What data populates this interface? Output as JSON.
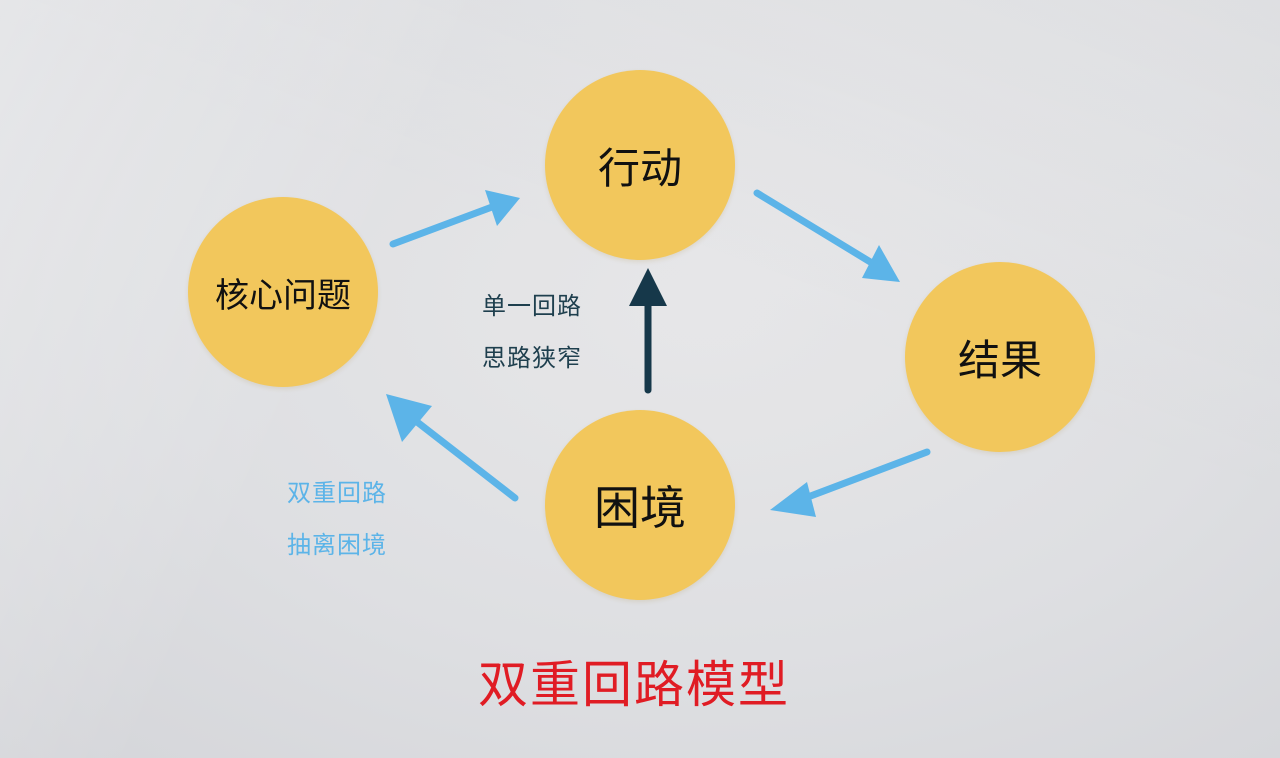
{
  "nodes": {
    "action": "行动",
    "core_problem": "核心问题",
    "result": "结果",
    "dilemma": "困境"
  },
  "notes": {
    "single_loop": [
      "单一回路",
      "思路狭窄"
    ],
    "double_loop": [
      "双重回路",
      "抽离困境"
    ]
  },
  "title": "双重回路模型",
  "colors": {
    "node_fill": "#f2c75c",
    "arrow_light_blue": "#5cb4e8",
    "arrow_dark": "#16384a",
    "title_red": "#e01c24"
  }
}
